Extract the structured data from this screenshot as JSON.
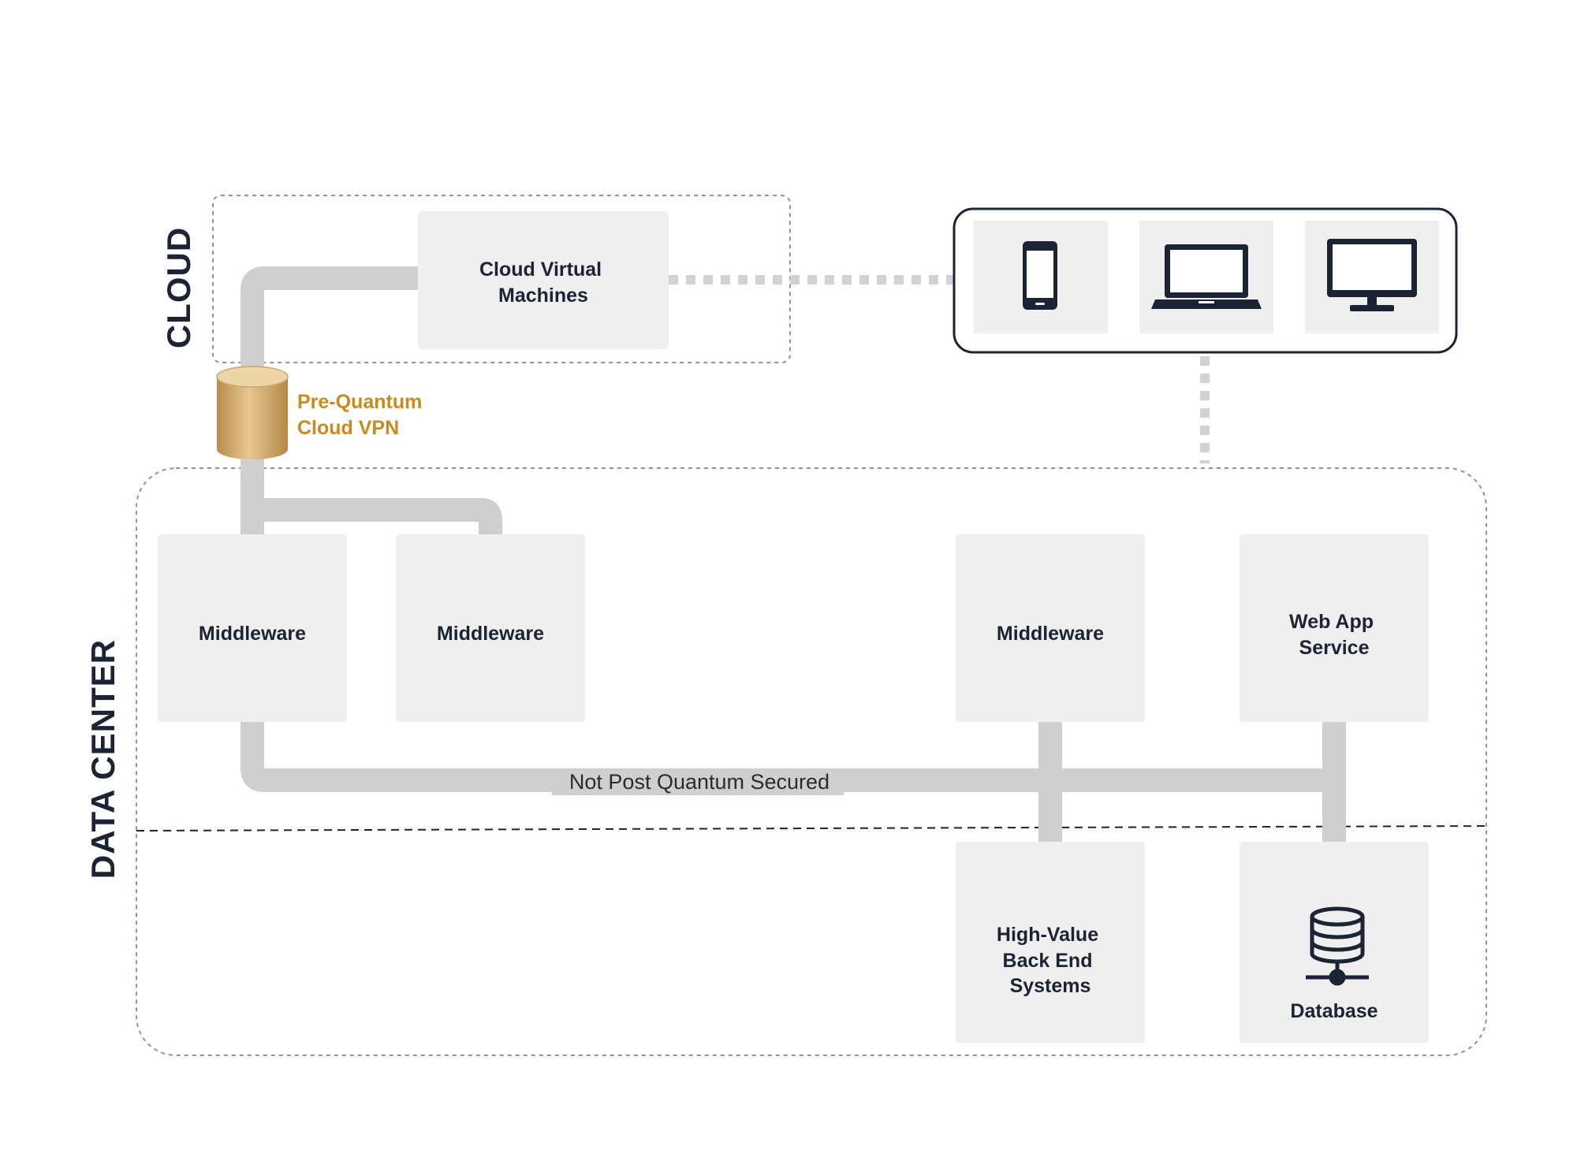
{
  "regions": {
    "cloud": "CLOUD",
    "data_center": "DATA CENTER"
  },
  "nodes": {
    "cloud_vm": [
      "Cloud Virtual",
      "Machines"
    ],
    "middleware_1": "Middleware",
    "middleware_2": "Middleware",
    "middleware_3": "Middleware",
    "web_app": [
      "Web App",
      "Service"
    ],
    "backend": [
      "High-Value",
      "Back End",
      "Systems"
    ],
    "database": "Database"
  },
  "vpn": {
    "label": [
      "Pre-Quantum",
      "Cloud VPN"
    ]
  },
  "connection_label": "Not Post Quantum Secured",
  "devices": {
    "icons": [
      "smartphone-icon",
      "laptop-icon",
      "desktop-monitor-icon"
    ]
  },
  "colors": {
    "label_text": "#1b2335",
    "box_fill": "#efefef",
    "connector": "#cfcfcf",
    "vpn_accent": "#c98a1f",
    "dotted_border": "#8a94a8"
  }
}
